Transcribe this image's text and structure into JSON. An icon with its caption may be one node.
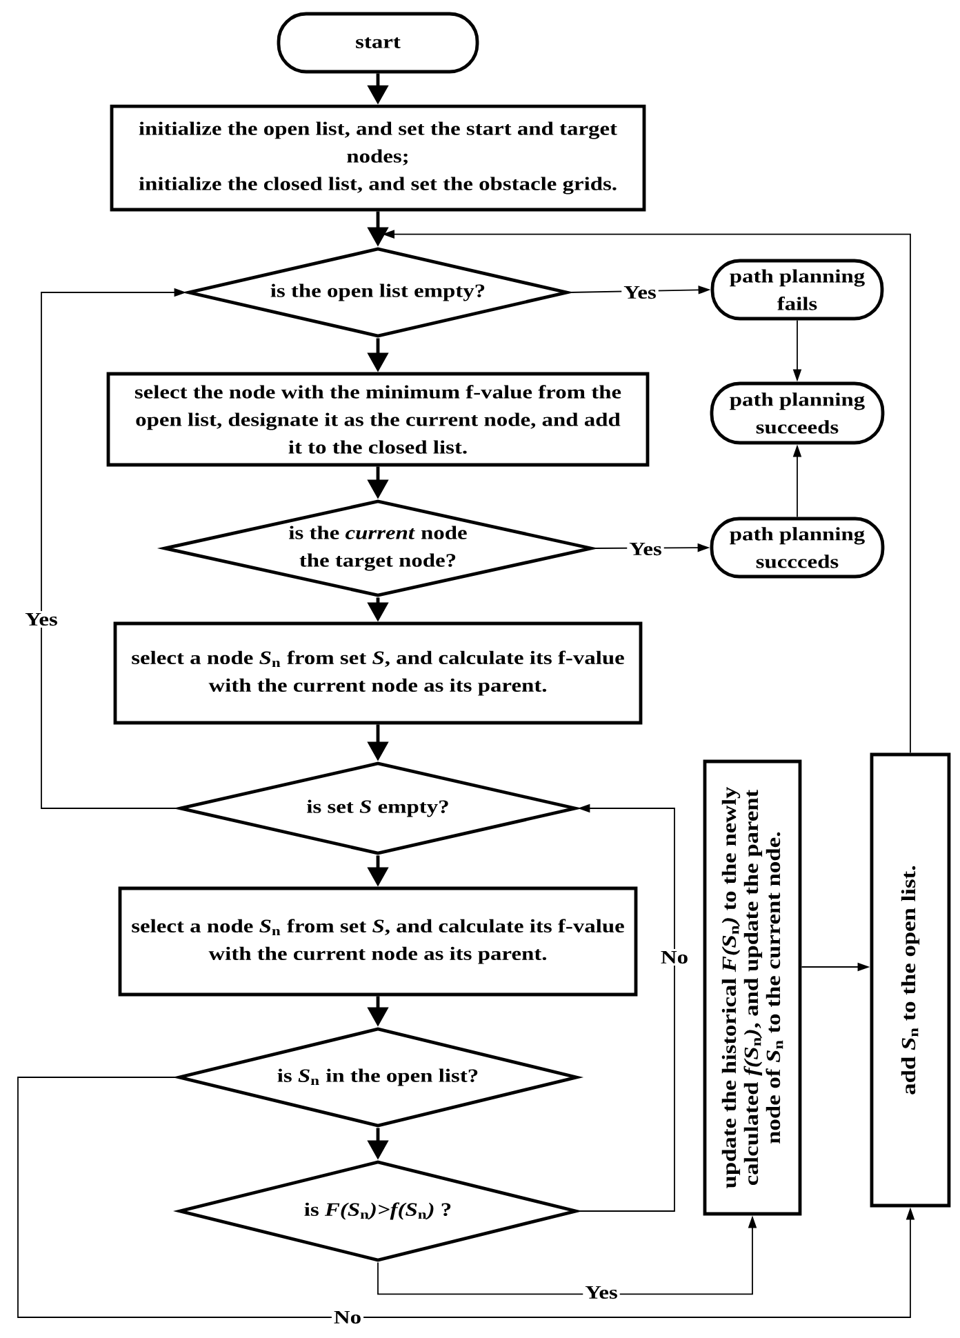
{
  "diagram": {
    "nodes": [
      {
        "text": [
          "start"
        ]
      },
      {
        "text": [
          "initialize the open list, and set the start and target nodes;",
          "initialize the closed list, and set the obstacle grids."
        ]
      },
      {
        "text": [
          "is the open list empty?"
        ]
      },
      {
        "text": [
          "path planning fails"
        ]
      },
      {
        "text": [
          "select the node with the minimum f-value from the open list, designate it as the current node, and add it to the closed list."
        ]
      },
      {
        "text": [
          "path planning succeeds"
        ]
      },
      {
        "text": [
          "is the *current* node the target node?"
        ]
      },
      {
        "text": [
          "path planning succceds"
        ]
      },
      {
        "text": [
          "select a node *S*$_{n}$ from set *S*, and calculate its f-value with the current node as its parent."
        ]
      },
      {
        "text": [
          "is set *S* empty?"
        ]
      },
      {
        "text": [
          "select a node *S*$_{n}$ from set *S*, and calculate its f-value with the current node as its parent."
        ]
      },
      {
        "text": [
          "is *S*$_{n}$ in the open list?"
        ]
      },
      {
        "text": [
          "is *F(S*$_{n}$*)>f(S*$_{n}$*)* ?"
        ]
      },
      {
        "text": [
          "update the historical *F(S*$_{n}$*)* to the newly calculated *f(S*$_{n}$*)*, and update the parent node of *S*$_{n}$ to the current node."
        ]
      },
      {
        "text": [
          "add *S*$_{n}$ to the open list."
        ]
      }
    ],
    "edges": [
      {
        "from": 0,
        "to": 1,
        "arrow": "to",
        "style": "thick"
      },
      {
        "from": 1,
        "to": 2,
        "arrow": "to",
        "style": "thick"
      },
      {
        "from": 2,
        "to": 3,
        "arrow": "to",
        "label": "Yes"
      },
      {
        "from": 3,
        "to": 5,
        "arrow": "to"
      },
      {
        "from": 2,
        "to": 4,
        "arrow": "to",
        "style": "thick"
      },
      {
        "from": 4,
        "to": 6,
        "arrow": "to",
        "style": "thick"
      },
      {
        "from": 6,
        "to": 7,
        "arrow": "to",
        "label": "Yes"
      },
      {
        "from": 7,
        "to": 5,
        "arrow": "to"
      },
      {
        "from": 6,
        "to": 8,
        "arrow": "to",
        "style": "thick"
      },
      {
        "from": 8,
        "to": 9,
        "arrow": "to",
        "style": "thick"
      },
      {
        "from": 9,
        "to": 2,
        "arrow": "to",
        "label": "Yes"
      },
      {
        "from": 9,
        "to": 10,
        "arrow": "to",
        "style": "thick"
      },
      {
        "from": 10,
        "to": 11,
        "arrow": "to",
        "style": "thick"
      },
      {
        "from": 11,
        "to": 12,
        "arrow": "to",
        "style": "thick"
      },
      {
        "from": 12,
        "to": 13,
        "arrow": "to",
        "label": "Yes"
      },
      {
        "from": 12,
        "to": 9,
        "arrow": "to",
        "label": "No"
      },
      {
        "from": 11,
        "to": 14,
        "arrow": "to",
        "label": "No"
      },
      {
        "from": 13,
        "to": 14,
        "arrow": "to"
      },
      {
        "from": 14,
        "to": 2,
        "arrow": "to"
      }
    ]
  }
}
